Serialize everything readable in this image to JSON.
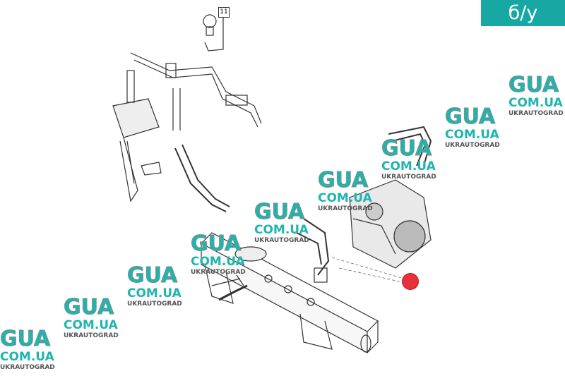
{
  "badge": {
    "label": "б/у",
    "color": "#17a8a3"
  },
  "callout": {
    "number": "11"
  },
  "watermark": {
    "brand": "GUA",
    "domain": "COM.UA",
    "company": "UKRAUTOGRAD",
    "color": "#1fb5ae"
  },
  "marker": {
    "color": "#e8313a"
  }
}
